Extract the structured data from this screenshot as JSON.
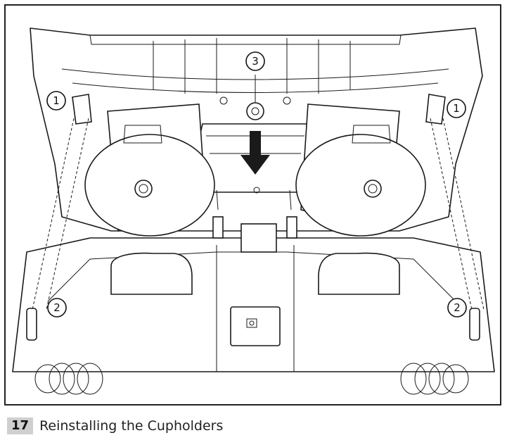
{
  "figure": {
    "number": "17",
    "caption": "Reinstalling the Cupholders"
  },
  "callouts": {
    "c1_left": "1",
    "c1_right": "1",
    "c2_left": "2",
    "c2_right": "2",
    "c3_top": "3"
  },
  "icons": [
    "down-arrow-icon",
    "cupholder-illustration"
  ],
  "colors": {
    "line": "#1a1a1a",
    "caption_badge": "#cfcfcf",
    "arrow": "#1a1a1a"
  }
}
